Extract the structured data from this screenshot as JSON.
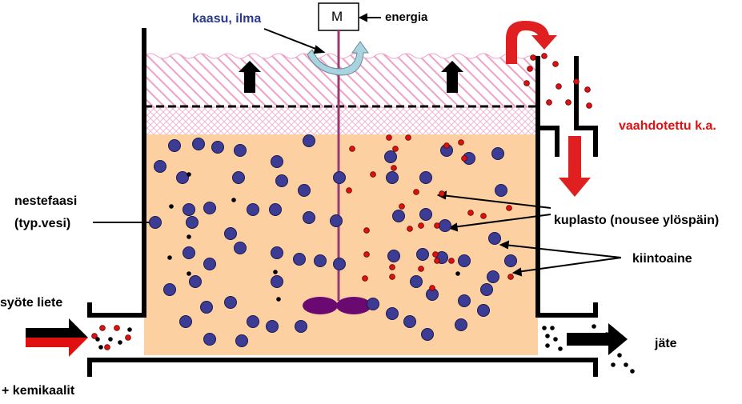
{
  "labels": {
    "motor": "M",
    "energy": "energia",
    "gas_air": "kaasu, ilma",
    "froth_product": "vaahdotettu k.a.",
    "liquid_phase_line1": "nestefaasi",
    "liquid_phase_line2": "(typ.vesi)",
    "bubbles": "kuplasto (nousee ylöspäin)",
    "solids": "kiintoaine",
    "feed": "syöte liete",
    "chemicals": "+ kemikaalit",
    "tailings": "jäte"
  },
  "colors": {
    "slurry": "#fcd0a0",
    "froth_hatch": "#f0a0c8",
    "bubble": "#3c3c94",
    "particle_red": "#e01010",
    "particle_black": "#000000",
    "shaft": "#9a3a70",
    "impeller": "#6a0a70",
    "arrow_red": "#e02020",
    "gas_arrow": "#a8d4e0",
    "label_blue": "#2a3a90",
    "label_red": "#e01010"
  }
}
